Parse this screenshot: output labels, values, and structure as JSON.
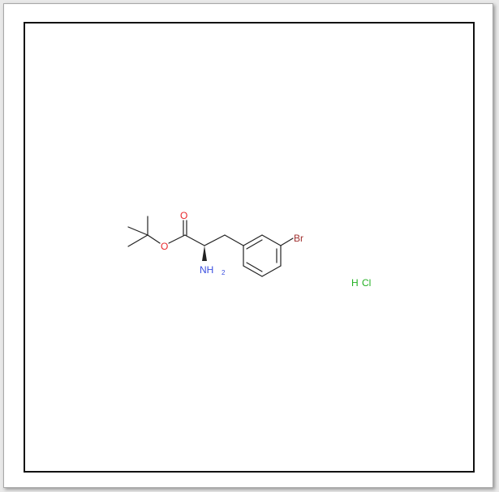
{
  "molecule": {
    "atoms": {
      "oxygen_carbonyl": "O",
      "oxygen_ester": "O",
      "amine": "NH",
      "amine_subscript": "2",
      "bromine": "Br",
      "salt_h": "H",
      "salt_cl": "Cl"
    },
    "colors": {
      "oxygen": "#e8262b",
      "nitrogen": "#3a4ee0",
      "bromine": "#a0302f",
      "chlorine": "#22b022",
      "bond": "#222222"
    }
  }
}
